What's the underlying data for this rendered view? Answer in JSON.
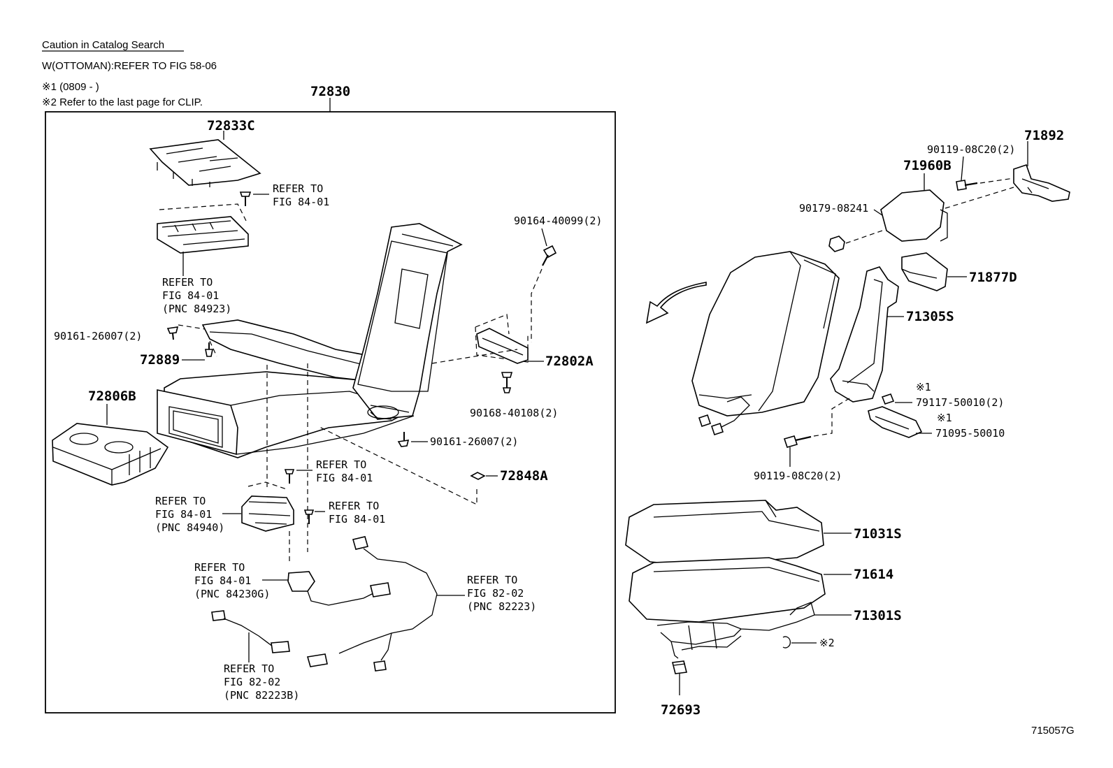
{
  "header": {
    "caution_link": "Caution in Catalog Search",
    "line1": "W(OTTOMAN):REFER TO FIG 58-06",
    "note1": "※1 (0809 -        )",
    "note2": "※2  Refer to the last page for CLIP."
  },
  "parts": {
    "p72830": "72830",
    "p72833C": "72833C",
    "p72806B": "72806B",
    "p72889": "72889",
    "p90161a": "90161-26007(2)",
    "p90161b": "90161-26007(2)",
    "p90164": "90164-40099(2)",
    "p72802A": "72802A",
    "p90168": "90168-40108(2)",
    "p72848A": "72848A",
    "p71892": "71892",
    "p90119a": "90119-08C20(2)",
    "p71960B": "71960B",
    "p90179": "90179-08241",
    "p71877D": "71877D",
    "p71305S": "71305S",
    "p79117": "79117-50010(2)",
    "p71095": "71095-50010",
    "p90119b": "90119-08C20(2)",
    "p71031S": "71031S",
    "p71614": "71614",
    "p71301S": "71301S",
    "p72693": "72693",
    "mark1a": "※1",
    "mark1b": "※1",
    "mark2": "※2"
  },
  "refs": {
    "r1": [
      "REFER TO",
      "FIG 84-01"
    ],
    "r2": [
      "REFER TO",
      "FIG 84-01",
      "(PNC 84923)"
    ],
    "r3": [
      "REFER TO",
      "FIG 84-01"
    ],
    "r4": [
      "REFER TO",
      "FIG 84-01",
      "(PNC 84940)"
    ],
    "r5": [
      "REFER TO",
      "FIG 84-01"
    ],
    "r6": [
      "REFER TO",
      "FIG 84-01",
      "(PNC 84230G)"
    ],
    "r7": [
      "REFER TO",
      "FIG 82-02",
      "(PNC 82223)"
    ],
    "r8": [
      "REFER TO",
      "FIG 82-02",
      "(PNC 82223B)"
    ]
  },
  "figure_id": "715057G"
}
